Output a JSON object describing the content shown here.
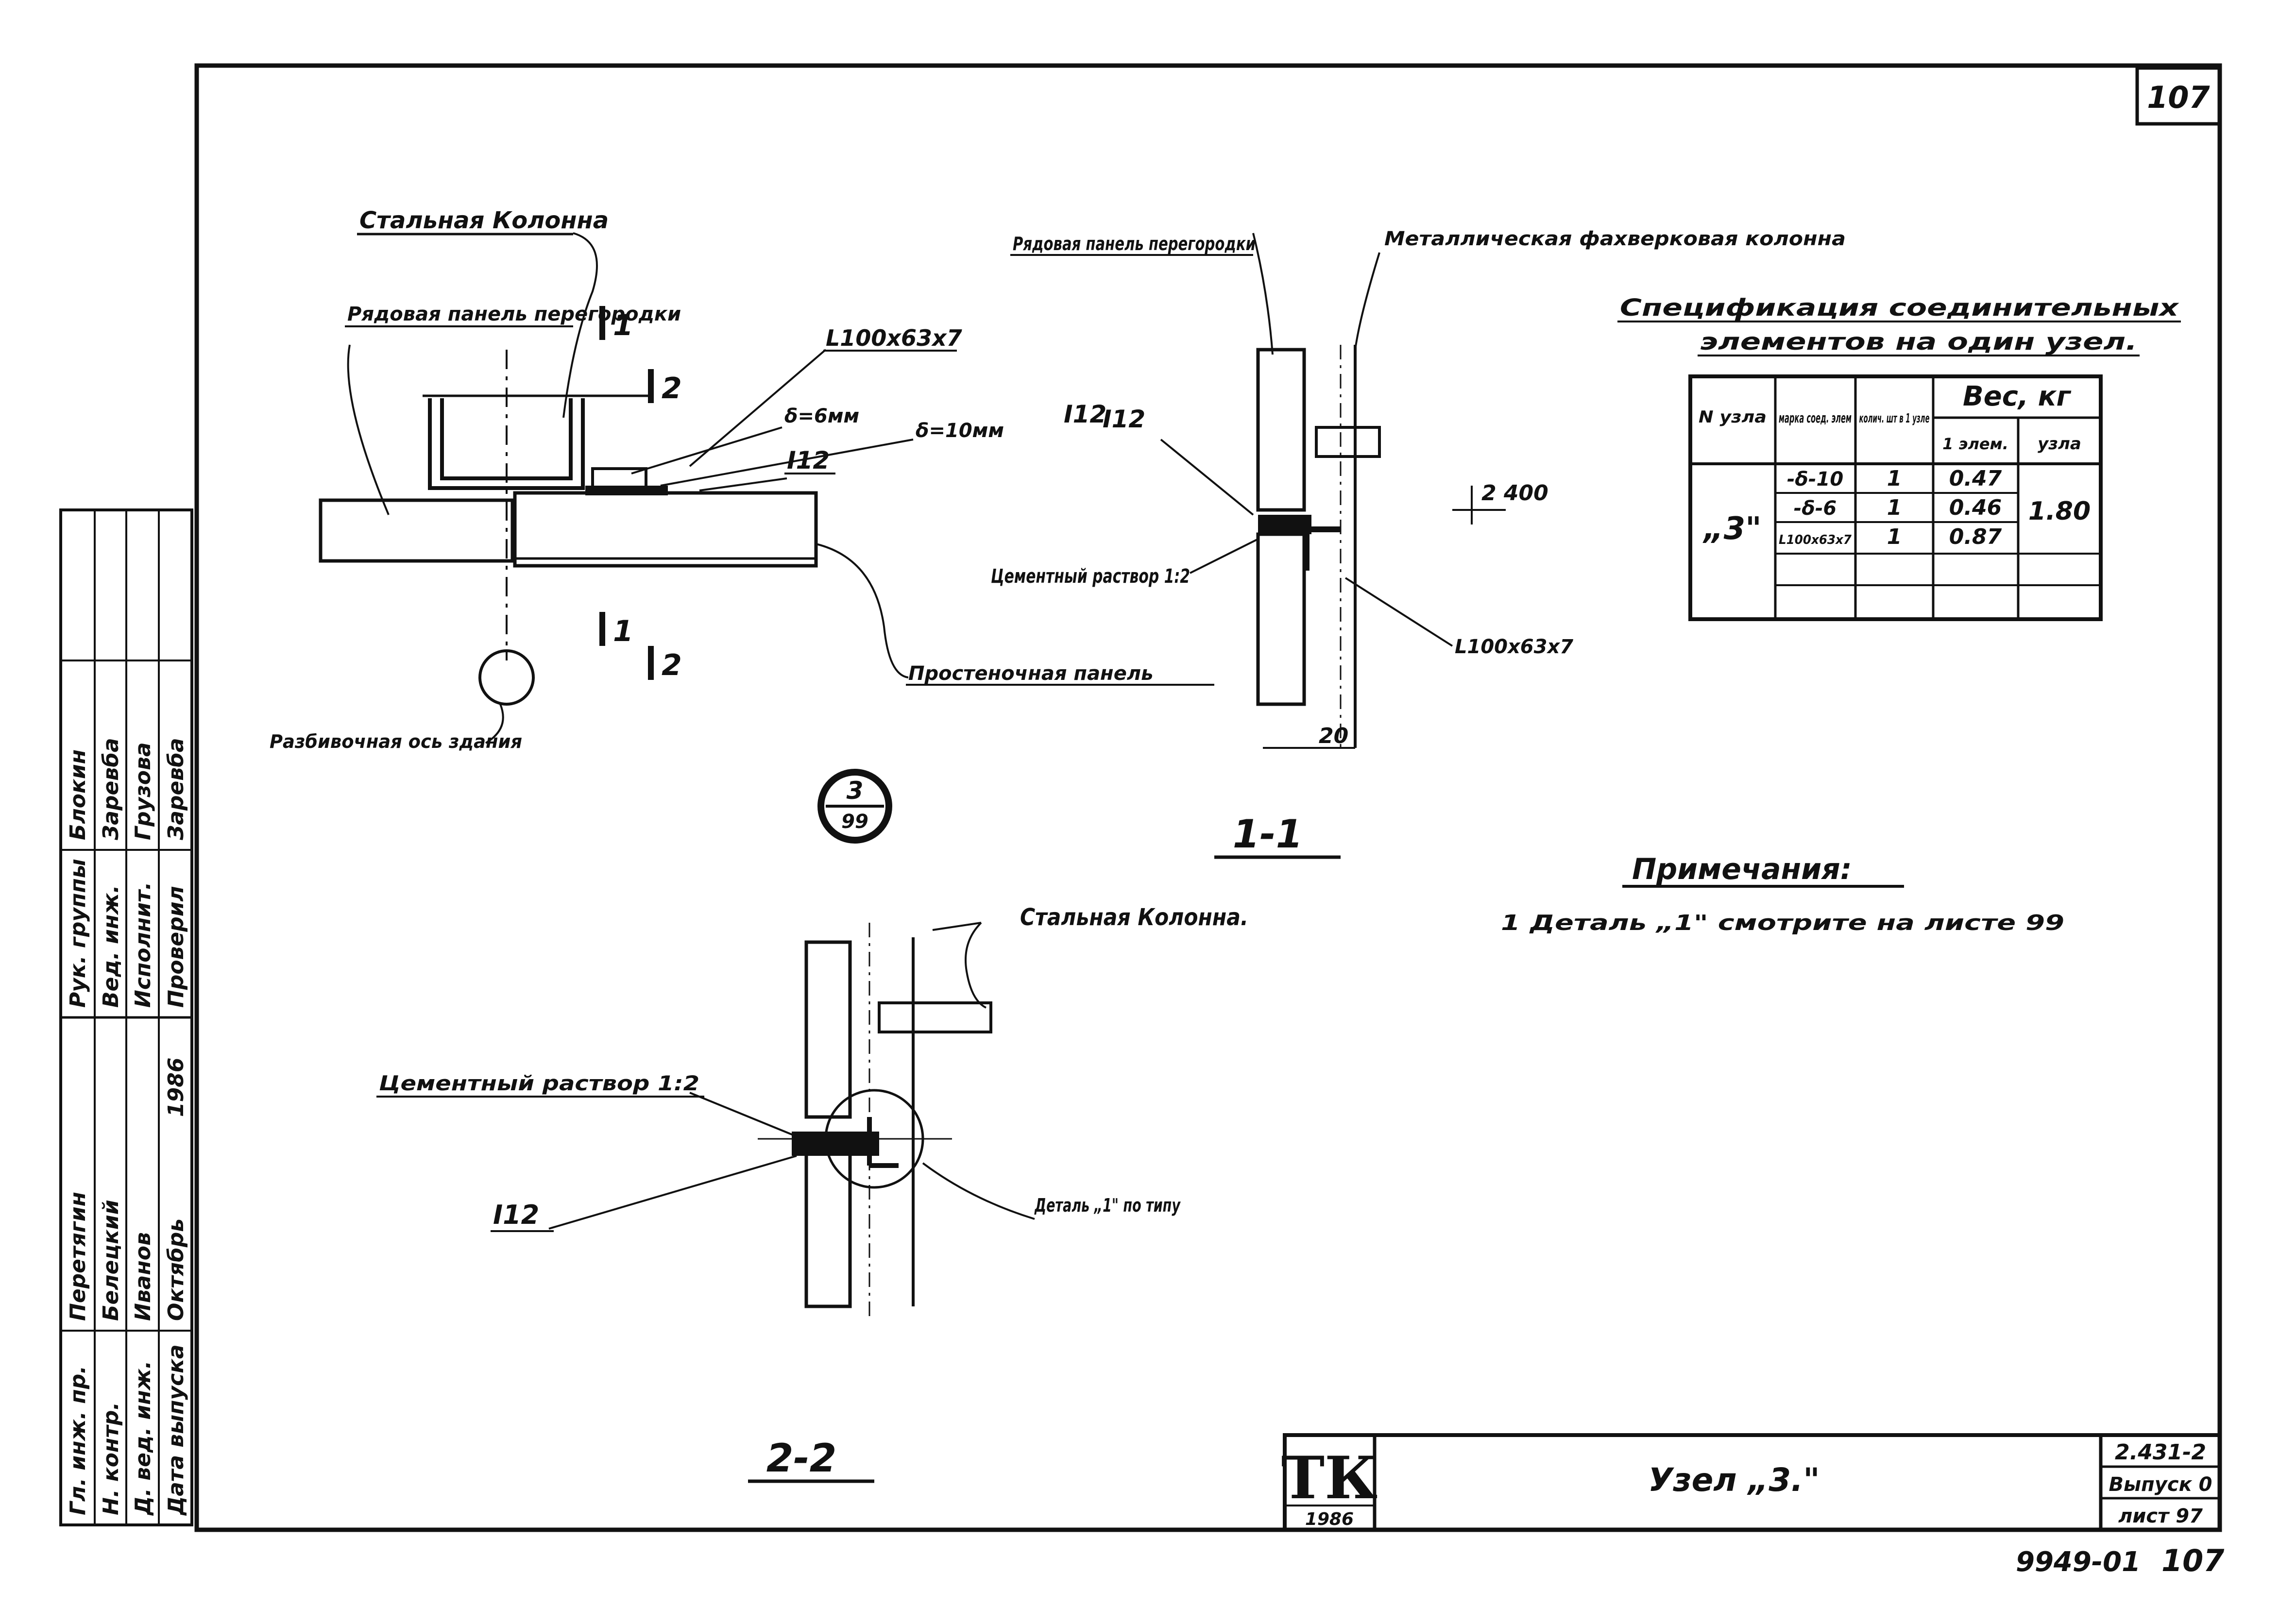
{
  "sheet": {
    "corner_number": "107",
    "bottom_code": "9949-01",
    "bottom_number": "107"
  },
  "plan_view": {
    "label_column": "Стальная Колонна",
    "label_panel": "Рядовая панель перегородки",
    "label_angle": "L100х63х7",
    "label_s6": "δ=6мм",
    "label_s10": "δ=10мм",
    "label_i12": "I12",
    "label_wall": "Простеночная панель",
    "label_axis": "Разбивочная ось здания",
    "cut1": "1",
    "cut2": "2",
    "node_top": "3",
    "node_bottom": "99"
  },
  "section_11": {
    "title": "1-1",
    "label_panel": "Рядовая панель перегородки",
    "label_column": "Металлическая фахверковая колонна",
    "label_i12": "I12",
    "label_mortar": "Цементный раствор 1:2",
    "label_angle": "L100х63х7",
    "dim_400": "2 400",
    "dim_20": "20"
  },
  "section_22": {
    "title": "2-2",
    "label_column": "Стальная Колонна.",
    "label_mortar": "Цементный раствор 1:2",
    "label_i12": "I12",
    "label_detail": "Деталь „1\" по типу"
  },
  "spec_table": {
    "title_line1": "Спецификация соединительных",
    "title_line2": "элементов на один узел.",
    "headers": {
      "node": "N узла",
      "mark": "марка соед. элем",
      "qty": "колич. шт в 1 узле",
      "weight": "Вес, кг",
      "weight_elem": "1 элем.",
      "weight_node": "узла"
    },
    "node_id": "„3\"",
    "rows": [
      {
        "mark": "-δ-10",
        "qty": "1",
        "weight": "0.47"
      },
      {
        "mark": "-δ-6",
        "qty": "1",
        "weight": "0.46"
      },
      {
        "mark": "L100х63х7",
        "qty": "1",
        "weight": "0.87"
      }
    ],
    "total": "1.80"
  },
  "notes": {
    "title": "Примечания:",
    "line1": "1 Деталь „1\" смотрите на листе 99"
  },
  "title_block": {
    "logo": "ТК",
    "year": "1986",
    "name": "Узел „3.\"",
    "code": "2.431-2",
    "issue": "Выпуск 0",
    "sheet": "лист 97"
  },
  "side_stamp": {
    "rows": [
      [
        "Рук. группы",
        "Блокин",
        ""
      ],
      [
        "Вед. инж.",
        "Заревба",
        ""
      ],
      [
        "Исполнит.",
        "Грузова",
        ""
      ],
      [
        "Проверил",
        "Заревба",
        ""
      ]
    ],
    "rows2": [
      [
        "Гл. инж. пр.",
        "Перетягин",
        ""
      ],
      [
        "Н. контр.",
        "Белецкий",
        ""
      ],
      [
        "Д. вед. инж.",
        "Иванов",
        ""
      ],
      [
        "Дата выпуска",
        "Октябрь",
        "1986"
      ]
    ]
  }
}
